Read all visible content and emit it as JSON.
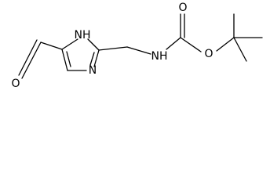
{
  "diagram": {
    "kind": "chemical-structure",
    "atoms": {
      "ring_nh": {
        "label": "NH"
      },
      "ring_n": {
        "label": "N"
      },
      "amide_nh": {
        "label": "NH"
      },
      "carbonyl_o": {
        "label": "O"
      },
      "ester_o": {
        "label": "O"
      },
      "aldehyde_o": {
        "label": "O"
      }
    }
  }
}
